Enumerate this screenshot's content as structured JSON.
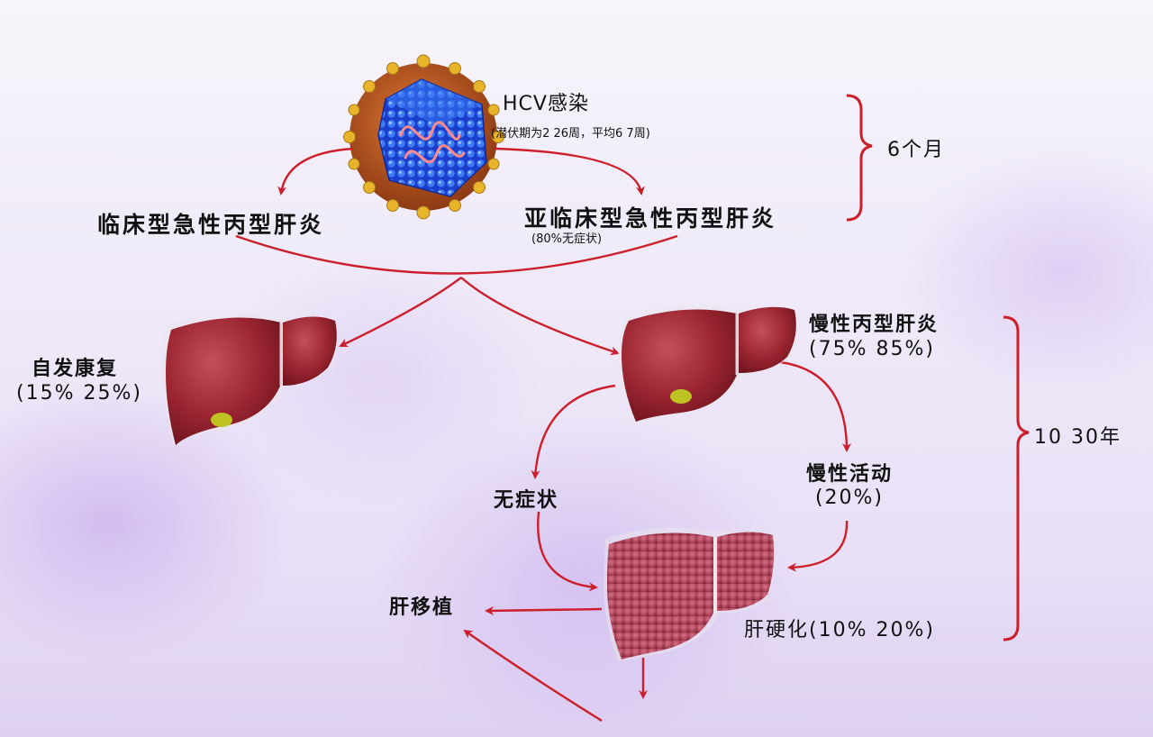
{
  "infection": {
    "title": "HCV感染",
    "subtitle": "(潜伏期为2  26周，平均6  7周)"
  },
  "acute": {
    "clinical": "临床型急性丙型肝炎",
    "subclinical": "亚临床型急性丙型肝炎",
    "subclinical_note": "(80%无症状)"
  },
  "timeline": {
    "short": "6个月",
    "long": "10  30年"
  },
  "outcomes": {
    "recovery": "自发康复",
    "recovery_pct": "(15%  25%)",
    "chronic": "慢性丙型肝炎",
    "chronic_pct": "(75%  85%)",
    "asymptomatic": "无症状",
    "active": "慢性活动",
    "active_pct": "(20%)",
    "cirrhosis": "肝硬化(10%  20%)",
    "transplant": "肝移植"
  },
  "colors": {
    "arrow": "#cc1f2b",
    "liver": "#8e1f2a",
    "virus_core": "#1c49d8",
    "virus_shell": "#b9551c",
    "spike": "#e7b226"
  },
  "icons": [
    "hcv-virus-icon",
    "liver-icon"
  ]
}
